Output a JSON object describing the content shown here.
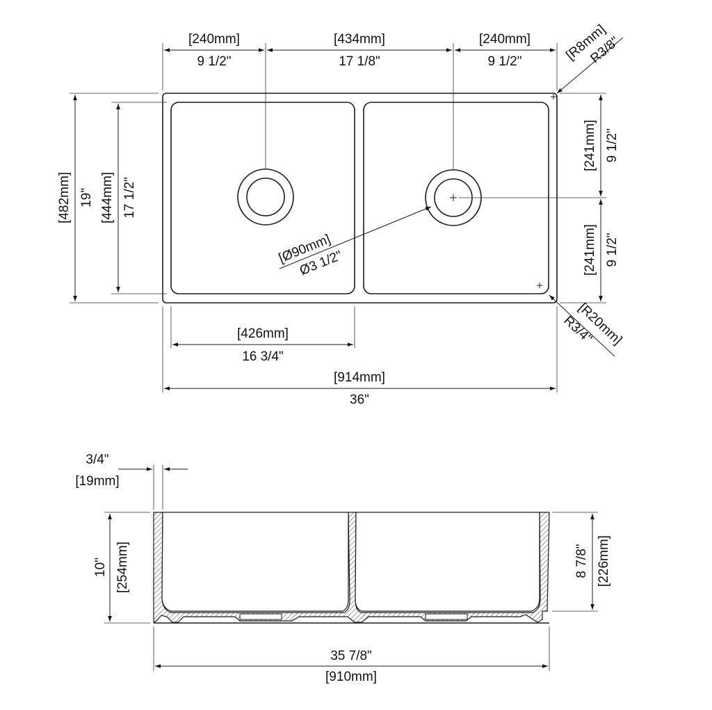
{
  "top_view": {
    "left_offset": {
      "mm": "[240mm]",
      "inch": "9 1/2\""
    },
    "drain_spacing": {
      "mm": "[434mm]",
      "inch": "17 1/8\""
    },
    "right_offset": {
      "mm": "[240mm]",
      "inch": "9 1/2\""
    },
    "corner_outer": {
      "mm": "[R8mm]",
      "inch": "R3/8\""
    },
    "corner_inner": {
      "mm": "[R20mm]",
      "inch": "R3/4\""
    },
    "overall_depth": {
      "mm": "[482mm]",
      "inch": "19\""
    },
    "bowl_depth": {
      "mm": "[444mm]",
      "inch": "17 1/2\""
    },
    "drain_to_back": {
      "mm": "[241mm]",
      "inch": "9 1/2\""
    },
    "drain_to_front": {
      "mm": "[241mm]",
      "inch": "9 1/2\""
    },
    "drain_diameter": {
      "mm": "[Ø90mm]",
      "inch": "Ø3 1/2\""
    },
    "bowl_width": {
      "mm": "[426mm]",
      "inch": "16 3/4\""
    },
    "overall_width": {
      "mm": "[914mm]",
      "inch": "36\""
    }
  },
  "front_view": {
    "wall_thickness": {
      "inch": "3/4\"",
      "mm": "[19mm]"
    },
    "overall_height": {
      "inch": "10\"",
      "mm": "[254mm]"
    },
    "bowl_height": {
      "inch": "8 7/8\"",
      "mm": "[226mm]"
    },
    "base_width": {
      "inch": "35 7/8\"",
      "mm": "[910mm]"
    }
  },
  "colors": {
    "line": "#1a1a1a",
    "background": "#ffffff"
  }
}
